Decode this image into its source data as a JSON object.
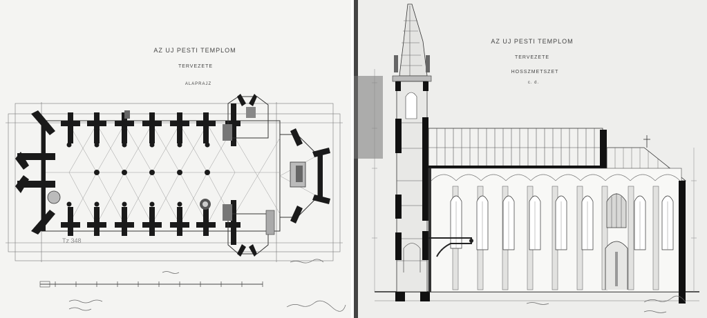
{
  "plan_sheet": {
    "title": "AZ UJ PESTI TEMPLOM",
    "subtitle": "TERVEZETE",
    "view_label": "ALAPRAJZ",
    "stamp": "Tz 348"
  },
  "section_sheet": {
    "title": "AZ UJ PESTI TEMPLOM",
    "subtitle": "TERVEZETE",
    "view_label": "HOSSZMETSZET",
    "view_sub": "c. d."
  },
  "colors": {
    "paper_left": "#f4f4f2",
    "paper_right": "#eeeeec",
    "ink": "#1a1a1a",
    "line": "#555555"
  }
}
